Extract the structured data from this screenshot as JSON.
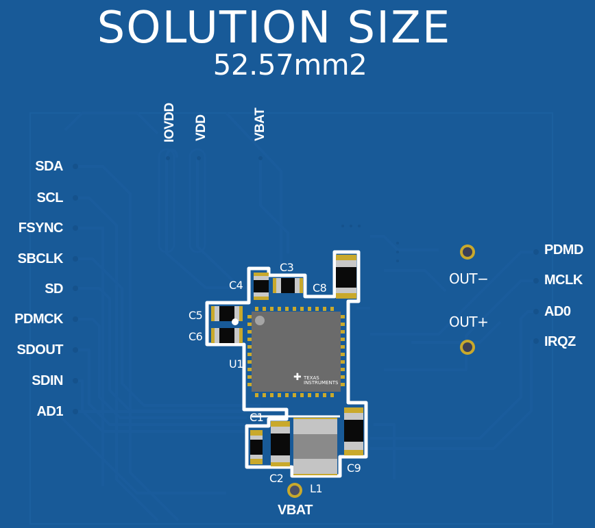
{
  "header": {
    "title": "SOLUTION SIZE",
    "area": "52.57mm2"
  },
  "power_pins_top": [
    {
      "label": "IOVDD"
    },
    {
      "label": "VDD"
    },
    {
      "label": "VBAT"
    }
  ],
  "left_pins": [
    {
      "label": "SDA"
    },
    {
      "label": "SCL"
    },
    {
      "label": "FSYNC"
    },
    {
      "label": "SBCLK"
    },
    {
      "label": "SD"
    },
    {
      "label": "PDMCK"
    },
    {
      "label": "SDOUT"
    },
    {
      "label": "SDIN"
    },
    {
      "label": "AD1"
    }
  ],
  "right_pins": [
    {
      "label": "PDMD"
    },
    {
      "label": "MCLK"
    },
    {
      "label": "AD0"
    },
    {
      "label": "IRQZ"
    }
  ],
  "outputs": {
    "out_minus": "OUT−",
    "out_plus": "OUT+"
  },
  "components": {
    "c1": "C1",
    "c2": "C2",
    "c3": "C3",
    "c4": "C4",
    "c5": "C5",
    "c6": "C6",
    "c8": "C8",
    "c9": "C9",
    "u1": "U1",
    "l1": "L1"
  },
  "ic": {
    "brand_line1": "TEXAS",
    "brand_line2": "INSTRUMENTS"
  },
  "bottom_pin": {
    "label": "VBAT"
  },
  "colors": {
    "board": "#185a98",
    "trace": "#1a5fa0",
    "silkscreen": "#ffffff",
    "pad_gold": "#c9a92c",
    "ic_body": "#6b6b6b",
    "capacitor_body": "#0a0a0a",
    "via_hole": "#3a3f58"
  }
}
